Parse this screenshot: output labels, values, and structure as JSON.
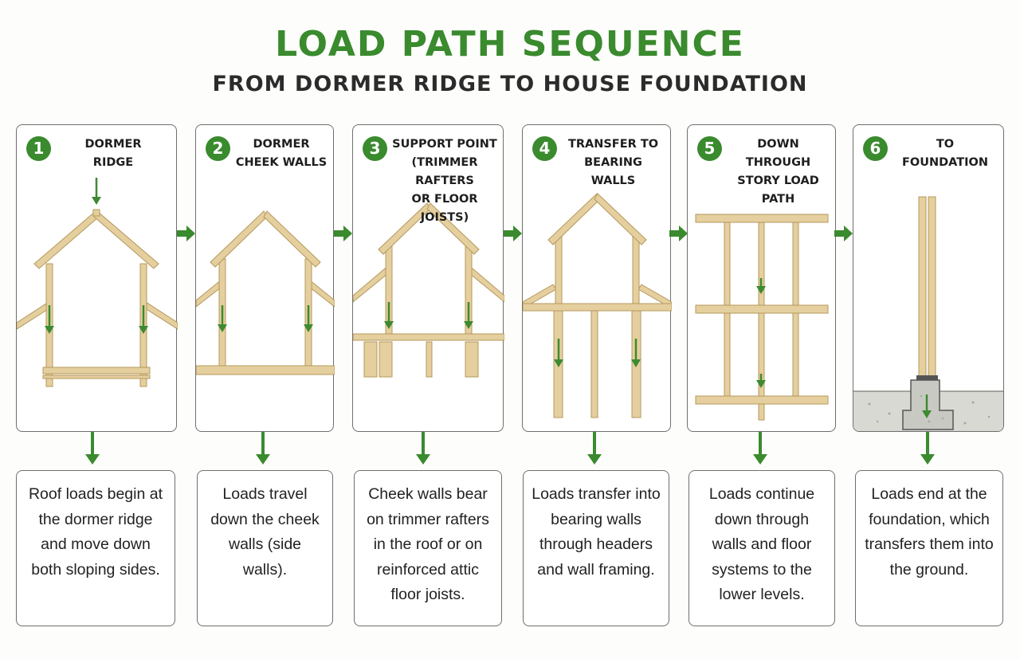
{
  "title": "LOAD PATH SEQUENCE",
  "subtitle": "FROM DORMER RIDGE TO HOUSE FOUNDATION",
  "colors": {
    "accent": "#3a8a2e",
    "wood": "#e5cf9e",
    "wood_edge": "#b5985c",
    "concrete": "#d9d9d4"
  },
  "steps": [
    {
      "number": "1",
      "heading": "DORMER\nRIDGE",
      "description": "Roof loads begin at the dormer ridge and move down both sloping sides."
    },
    {
      "number": "2",
      "heading": "DORMER\nCHEEK WALLS",
      "description": "Loads travel down the cheek walls (side walls)."
    },
    {
      "number": "3",
      "heading": "SUPPORT POINT\n(TRIMMER RAFTERS\nOR FLOOR JOISTS)",
      "description": "Cheek walls bear on trimmer rafters in the roof or on reinforced attic floor joists."
    },
    {
      "number": "4",
      "heading": "TRANSFER TO\nBEARING WALLS",
      "description": "Loads transfer into bearing walls through headers and wall framing."
    },
    {
      "number": "5",
      "heading": "DOWN THROUGH\nSTORY LOAD PATH",
      "description": "Loads continue down through walls and floor systems to the lower levels."
    },
    {
      "number": "6",
      "heading": "TO FOUNDATION",
      "description": "Loads end at the foundation, which transfers them into the ground."
    }
  ]
}
